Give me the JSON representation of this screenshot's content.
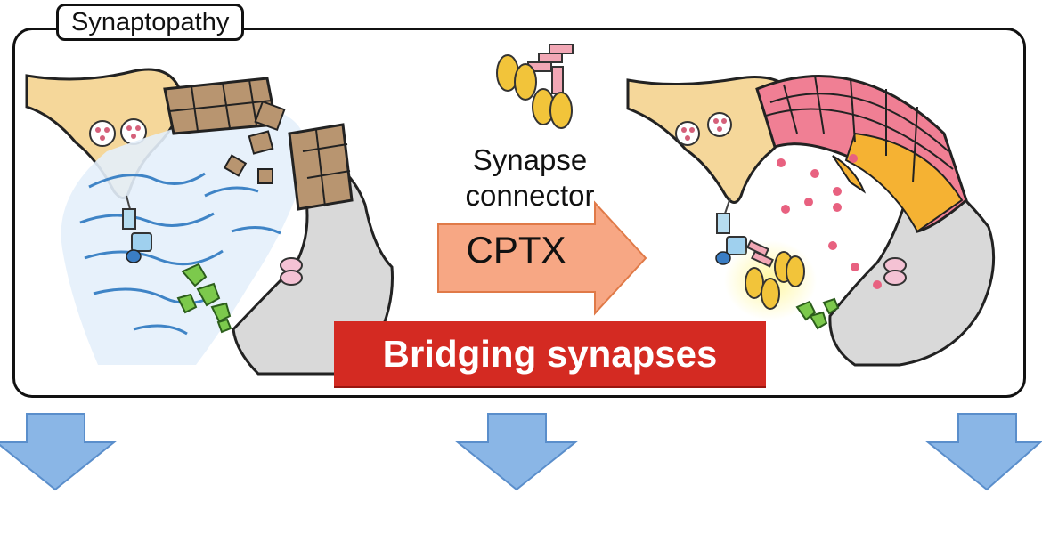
{
  "labels": {
    "frame_tag": "Synaptopathy",
    "connector_line1": "Synapse",
    "connector_line2": "connector",
    "arrow_label": "CPTX",
    "banner": "Bridging synapses"
  },
  "colors": {
    "neuron_tan": "#f5d79a",
    "postsynaptic_gray": "#d9d9d9",
    "broken_bridge": "#b89570",
    "repaired_bridge_pink": "#f07f94",
    "repaired_bridge_yellow": "#f5b233",
    "cptx_yellow": "#f2c43a",
    "cptx_pink": "#f2a7b5",
    "arrow_orange": "#f7a784",
    "banner_red": "#d42a22",
    "down_arrow_blue": "#8ab6e6",
    "water_blue": "#3f84c6"
  },
  "icons": [
    "down-arrow-icon",
    "down-arrow-icon",
    "down-arrow-icon"
  ]
}
